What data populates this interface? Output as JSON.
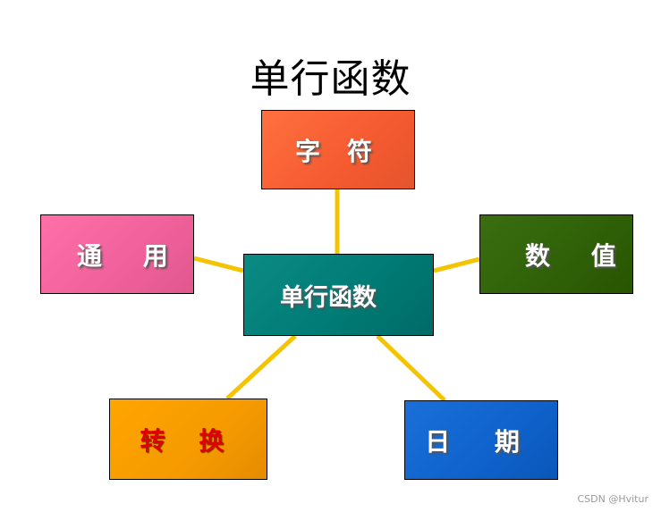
{
  "title": "单行函数",
  "center": {
    "label": "单行函数"
  },
  "nodes": {
    "char": {
      "label": "字 符"
    },
    "general": {
      "label": "通 用"
    },
    "number": {
      "label": "数 值"
    },
    "convert": {
      "label": "转 换"
    },
    "date": {
      "label": "日 期"
    }
  },
  "colors": {
    "connector": "#f5c400",
    "center": "#007a74",
    "char": "#f55a30",
    "general": "#f0609a",
    "number": "#2f6008",
    "convert": "#f59a00",
    "convert_text": "#e00000",
    "date": "#0f62cc"
  },
  "watermark": "CSDN @Hvitur"
}
